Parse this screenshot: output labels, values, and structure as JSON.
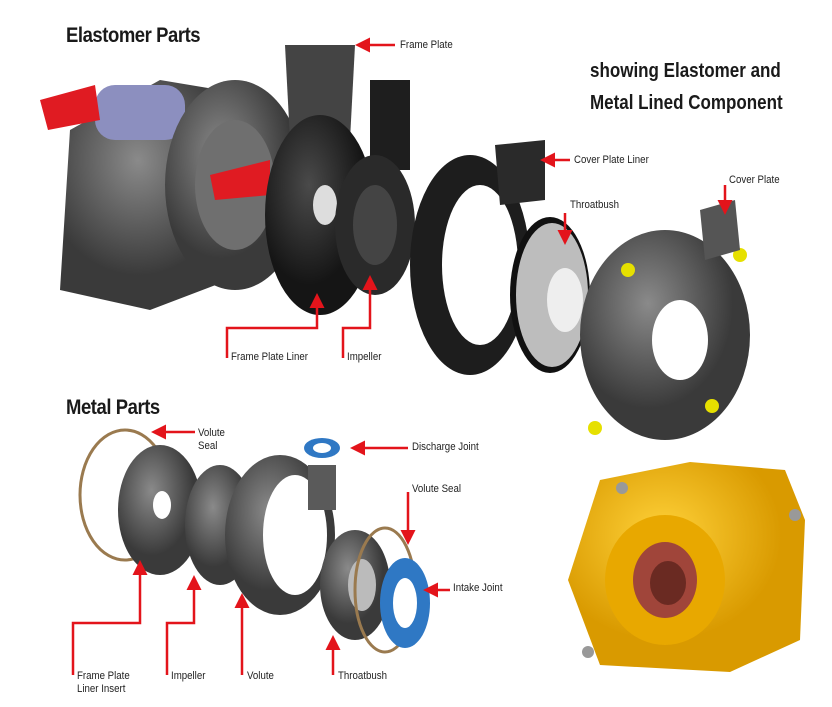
{
  "headings": {
    "elastomer": "Elastomer Parts",
    "metal": "Metal Parts",
    "subtitle_line1": "showing Elastomer and",
    "subtitle_line2": "Metal Lined Component"
  },
  "elastomer_labels": {
    "frame_plate": "Frame Plate",
    "cover_plate_liner": "Cover Plate Liner",
    "throatbush": "Throatbush",
    "cover_plate": "Cover Plate",
    "frame_plate_liner": "Frame Plate Liner",
    "impeller": "Impeller"
  },
  "metal_labels": {
    "volute_seal_top_1": "Volute",
    "volute_seal_top_2": "Seal",
    "discharge_joint": "Discharge Joint",
    "volute_seal_right": "Volute Seal",
    "intake_joint": "Intake Joint",
    "frame_plate_liner_insert_1": "Frame Plate",
    "frame_plate_liner_insert_2": "Liner Insert",
    "impeller": "Impeller",
    "volute": "Volute",
    "throatbush": "Throatbush"
  },
  "colors": {
    "arrow": "#e3141b",
    "pump_yellow": "#f2b705",
    "part_dark": "#2b2b2b",
    "part_grey": "#5a5a5a"
  }
}
